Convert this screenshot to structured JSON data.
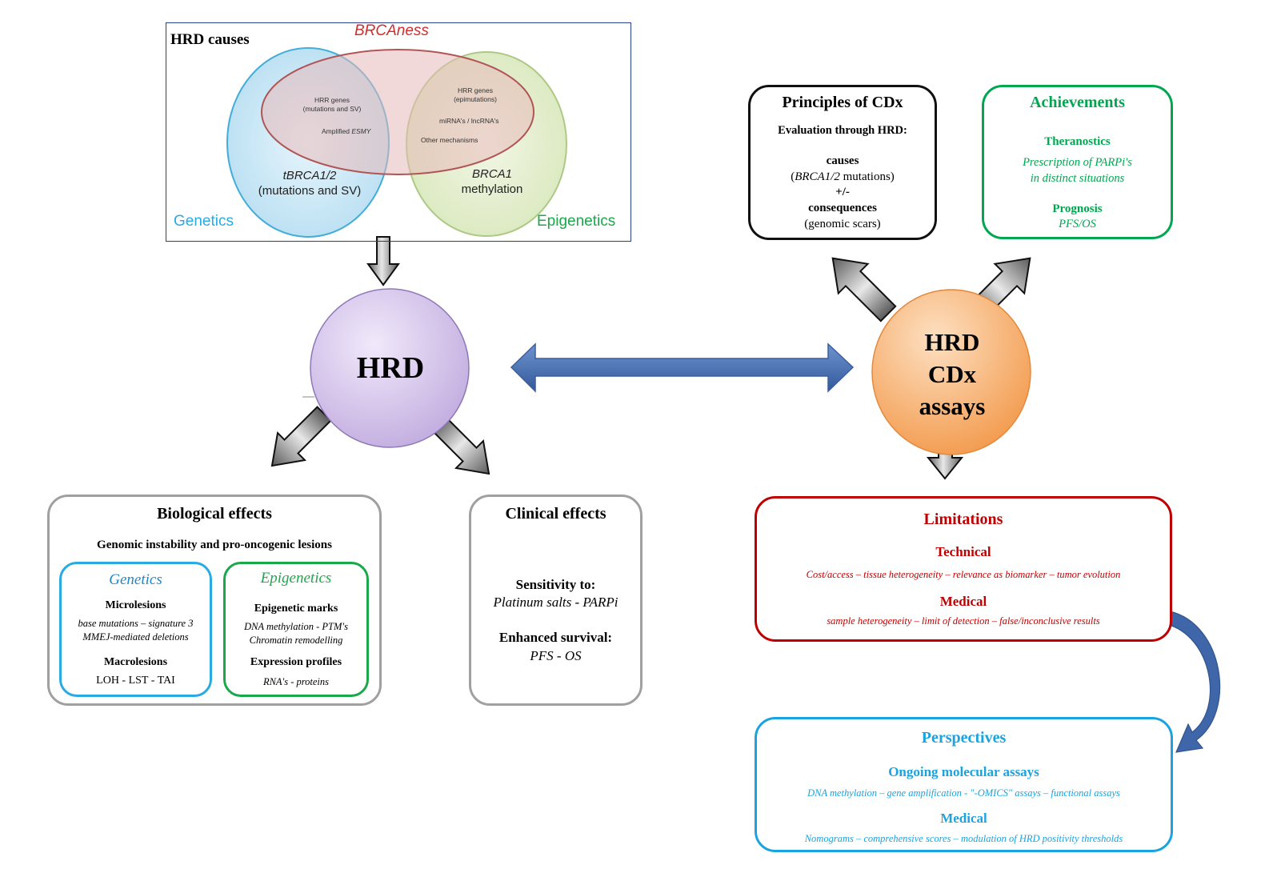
{
  "hrd_causes": {
    "title": "HRD causes",
    "brcaness_label": "BRCAness",
    "genetics_label": "Genetics",
    "epigenetics_label": "Epigenetics",
    "hrr_genes_left_1": "HRR genes",
    "hrr_genes_left_2": "(mutations and SV)",
    "amplified_prefix": "Amplified ",
    "amplified_gene": "ESMY",
    "hrr_genes_right_1": "HRR genes",
    "hrr_genes_right_2": "(epimutations)",
    "mirna": "miRNA's / lncRNA's",
    "other_mechanisms": "Other mechanisms",
    "tbrca_1": "tBRCA1/2",
    "tbrca_2": "(mutations and SV)",
    "brca1_1": "BRCA1",
    "brca1_2": "methylation"
  },
  "hrd_node": {
    "label": "HRD"
  },
  "cdx_node": {
    "line1": "HRD",
    "line2": "CDx",
    "line3": "assays"
  },
  "principles": {
    "title": "Principles of CDx",
    "subtitle": "Evaluation through HRD:",
    "causes": "causes",
    "mutations_gene": "BRCA1/2",
    "mutations_suffix": " mutations)",
    "mutations_prefix": "(",
    "plusminus": "+/-",
    "consequences": "consequences",
    "scars": "(genomic scars)"
  },
  "achievements": {
    "title": "Achievements",
    "theranostics": "Theranostics",
    "prescription_1": "Prescription of PARPi's",
    "prescription_2": "in distinct situations",
    "prognosis": "Prognosis",
    "pfs_os": "PFS/OS"
  },
  "biological": {
    "title": "Biological effects",
    "subtitle": "Genomic instability and pro-oncogenic lesions",
    "genetics": {
      "title": "Genetics",
      "micro": "Microlesions",
      "micro_1": "base mutations – signature 3",
      "micro_2": "MMEJ-mediated deletions",
      "macro": "Macrolesions",
      "macro_1": "LOH - LST - TAI"
    },
    "epigenetics": {
      "title": "Epigenetics",
      "marks": "Epigenetic marks",
      "marks_1": "DNA methylation - PTM's",
      "marks_2": "Chromatin remodelling",
      "profiles": "Expression profiles",
      "profiles_1": "RNA's - proteins"
    }
  },
  "clinical": {
    "title": "Clinical effects",
    "sensitivity": "Sensitivity to:",
    "sensitivity_1": "Platinum salts - PARPi",
    "survival": "Enhanced survival:",
    "survival_1": "PFS - OS"
  },
  "limitations": {
    "title": "Limitations",
    "technical": "Technical",
    "technical_1": "Cost/access – tissue heterogeneity – relevance as biomarker – tumor evolution",
    "medical": "Medical",
    "medical_1": "sample heterogeneity – limit of detection – false/inconclusive results"
  },
  "perspectives": {
    "title": "Perspectives",
    "ongoing": "Ongoing molecular assays",
    "ongoing_1": "DNA methylation – gene amplification - \"-OMICS\" assays – functional assays",
    "medical": "Medical",
    "medical_1": "Nomograms – comprehensive scores – modulation of HRD positivity thresholds"
  },
  "colors": {
    "genetics_blue": "#29aae1",
    "epigenetics_green": "#1aa84a",
    "brcaness_red": "#d12c2c",
    "limitations_red": "#c00000",
    "achievements_green": "#00a650",
    "perspectives_blue": "#1aa3e0",
    "double_arrow_blue": "#4a74b5",
    "hrd_purple": "#c6b3ea",
    "cdx_orange": "#f5a15a"
  }
}
